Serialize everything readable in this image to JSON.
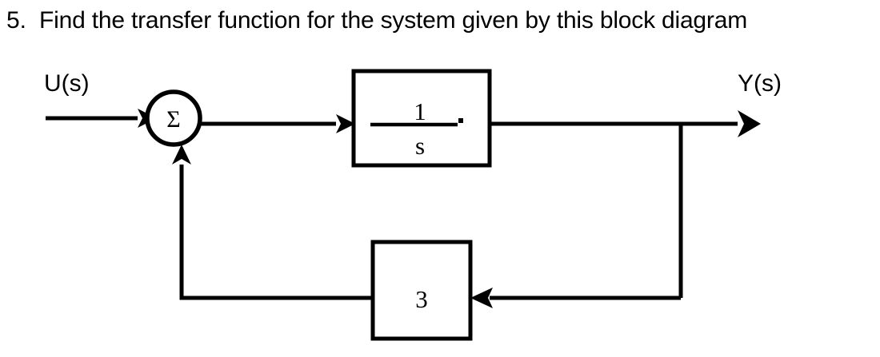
{
  "question": {
    "number": "5.",
    "prompt": "Find the transfer function for the system given by this block diagram"
  },
  "diagram": {
    "type": "control-system-block-diagram",
    "input_label": "U(s)",
    "output_label": "Y(s)",
    "summing_junction": {
      "symbol": "Σ",
      "name": "summing-junction"
    },
    "forward_block": {
      "name": "integrator-block",
      "numerator": "1",
      "denominator": "s",
      "trailing_mark": "."
    },
    "feedback_block": {
      "name": "feedback-gain-block",
      "gain": "3"
    },
    "colors": {
      "line": "#000000",
      "block_fill": "#ffffff",
      "background": "#ffffff",
      "text": "#000000"
    }
  }
}
